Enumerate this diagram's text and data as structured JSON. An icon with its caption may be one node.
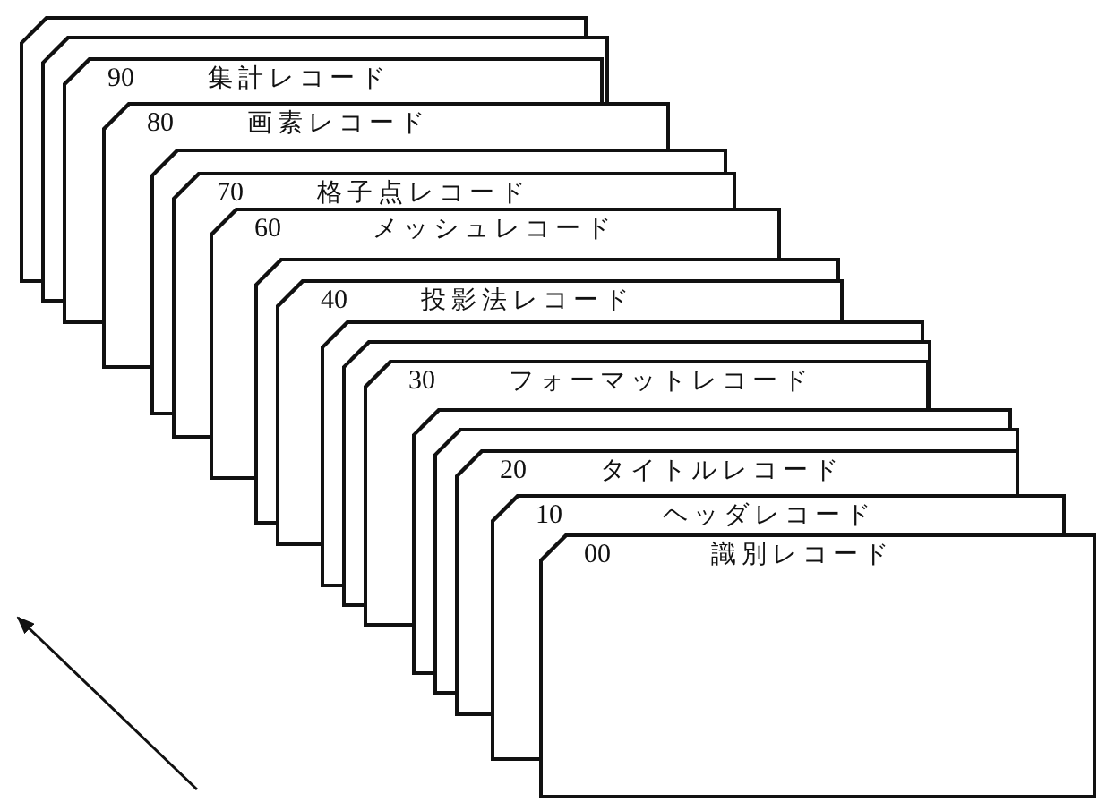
{
  "diagram": {
    "nodes": [
      {
        "text": [],
        "shape": "box"
      },
      {
        "text": [],
        "shape": "box"
      },
      {
        "text": [
          "90",
          "集計レコード"
        ]
      },
      {
        "text": [
          "80",
          "画素レコード"
        ]
      },
      {
        "text": [],
        "shape": "box"
      },
      {
        "text": [
          "70",
          "格子点レコード"
        ]
      },
      {
        "text": [
          "60",
          "メッシュレコード"
        ]
      },
      {
        "text": [],
        "shape": "box"
      },
      {
        "text": [
          "40",
          "投影法レコード"
        ]
      },
      {
        "text": [],
        "shape": "box"
      },
      {
        "text": [],
        "shape": "box"
      },
      {
        "text": [
          "30",
          "フォーマットレコード"
        ]
      },
      {
        "text": [],
        "shape": "box"
      },
      {
        "text": [],
        "shape": "box"
      },
      {
        "text": [
          "20",
          "タイトルレコード"
        ]
      },
      {
        "text": [
          "10",
          "ヘッダレコード"
        ]
      },
      {
        "text": [
          "00",
          "識別レコード"
        ]
      }
    ]
  }
}
